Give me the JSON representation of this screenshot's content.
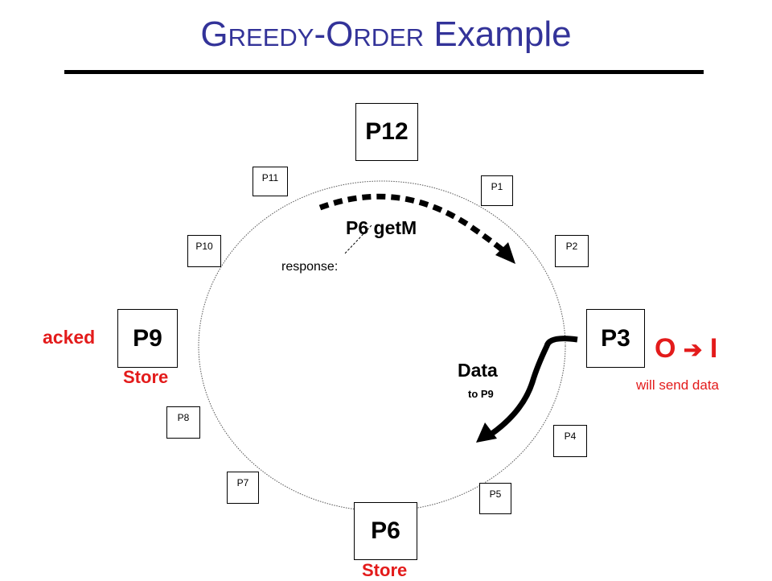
{
  "title": {
    "g": "G",
    "reedy": "REEDY",
    "dash": "-",
    "o": "O",
    "rder": "RDER",
    "example": " Example"
  },
  "nodes": {
    "p12": "P12",
    "p1": "P1",
    "p2": "P2",
    "p3": "P3",
    "p4": "P4",
    "p5": "P5",
    "p6": "P6",
    "p7": "P7",
    "p8": "P8",
    "p9": "P9",
    "p10": "P10",
    "p11": "P11"
  },
  "labels": {
    "request": "P6 getM",
    "response": "response:",
    "data": "Data",
    "data_sub": "to P9",
    "acked": "acked",
    "store_p9": "Store",
    "store_p6": "Store",
    "transition_from": "O",
    "transition_to": "I",
    "transition_arrow": "➔",
    "will_send": "will send data"
  },
  "colors": {
    "title": "#333399",
    "accent": "#e31b1b",
    "ink": "#000000"
  }
}
